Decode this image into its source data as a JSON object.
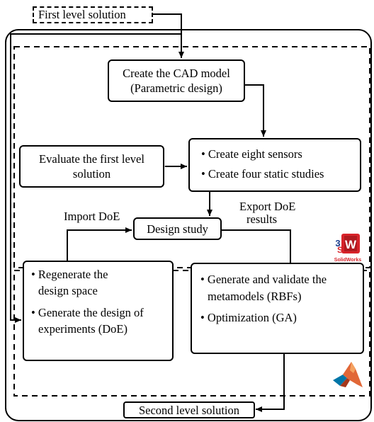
{
  "start": {
    "label": "First level solution"
  },
  "nodes": {
    "cad": {
      "lines": [
        "Create the CAD model",
        "(Parametric design)"
      ]
    },
    "evaluate": {
      "lines": [
        "Evaluate the  first level",
        "solution"
      ]
    },
    "sensors": {
      "items": [
        "Create eight sensors",
        "Create four static studies"
      ]
    },
    "design_study": {
      "label": "Design study"
    },
    "regenerate": {
      "items": [
        "Regenerate the",
        "design space",
        "Generate the design of",
        "experiments (DoE)"
      ]
    },
    "metamodels": {
      "items": [
        "Generate and validate the",
        "metamodels (RBFs)",
        "Optimization (GA)"
      ]
    }
  },
  "edges": {
    "import_doe": "Import DoE",
    "export_doe": [
      "Export DoE",
      "results"
    ]
  },
  "end": {
    "label": "Second level solution"
  },
  "logos": {
    "solidworks": {
      "icon": "solidworks-logo-icon",
      "text": "SolidWorks",
      "colors": [
        "#d8232a",
        "#1b3f8f"
      ]
    },
    "matlab": {
      "icon": "matlab-logo-icon",
      "colors": [
        "#e16737",
        "#0076a8"
      ]
    }
  }
}
